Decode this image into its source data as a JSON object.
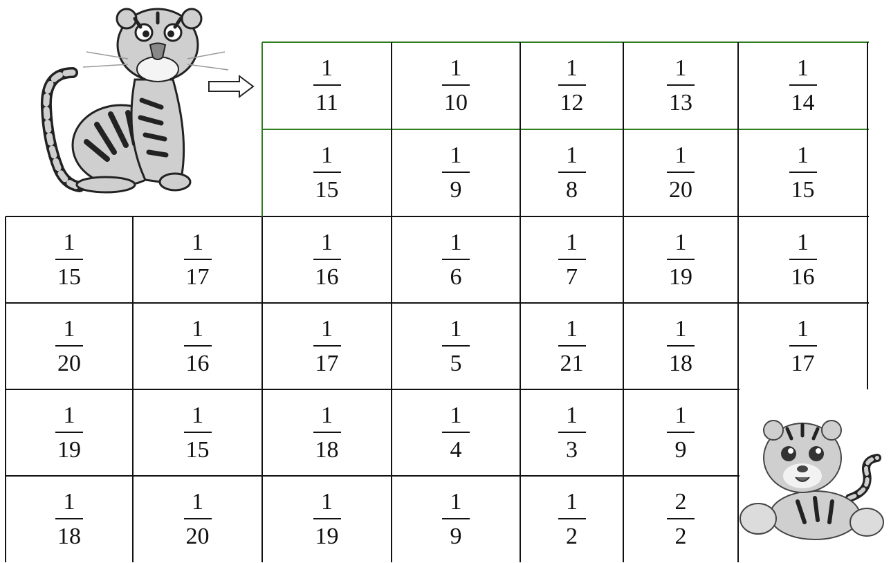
{
  "rows": [
    [
      null,
      null,
      {
        "n": "1",
        "d": "11"
      },
      {
        "n": "1",
        "d": "10"
      },
      {
        "n": "1",
        "d": "12"
      },
      {
        "n": "1",
        "d": "13"
      },
      {
        "n": "1",
        "d": "14"
      }
    ],
    [
      null,
      null,
      {
        "n": "1",
        "d": "15"
      },
      {
        "n": "1",
        "d": "9"
      },
      {
        "n": "1",
        "d": "8"
      },
      {
        "n": "1",
        "d": "20"
      },
      {
        "n": "1",
        "d": "15"
      }
    ],
    [
      {
        "n": "1",
        "d": "15"
      },
      {
        "n": "1",
        "d": "17"
      },
      {
        "n": "1",
        "d": "16"
      },
      {
        "n": "1",
        "d": "6"
      },
      {
        "n": "1",
        "d": "7"
      },
      {
        "n": "1",
        "d": "19"
      },
      {
        "n": "1",
        "d": "16"
      }
    ],
    [
      {
        "n": "1",
        "d": "20"
      },
      {
        "n": "1",
        "d": "16"
      },
      {
        "n": "1",
        "d": "17"
      },
      {
        "n": "1",
        "d": "5"
      },
      {
        "n": "1",
        "d": "21"
      },
      {
        "n": "1",
        "d": "18"
      },
      {
        "n": "1",
        "d": "17"
      }
    ],
    [
      {
        "n": "1",
        "d": "19"
      },
      {
        "n": "1",
        "d": "15"
      },
      {
        "n": "1",
        "d": "18"
      },
      {
        "n": "1",
        "d": "4"
      },
      {
        "n": "1",
        "d": "3"
      },
      {
        "n": "1",
        "d": "9"
      },
      null
    ],
    [
      {
        "n": "1",
        "d": "18"
      },
      {
        "n": "1",
        "d": "20"
      },
      {
        "n": "1",
        "d": "19"
      },
      {
        "n": "1",
        "d": "9"
      },
      {
        "n": "1",
        "d": "2"
      },
      {
        "n": "2",
        "d": "2"
      },
      null
    ]
  ],
  "pictures": {
    "start": "sitting-tiger-illustration",
    "finish": "tiger-cub-illustration",
    "arrow": "right-arrow-icon"
  },
  "colors": {
    "grid_line": "#111111",
    "start_cell_border": "#2e7d1f",
    "tiger_fill": "#cfcfcf",
    "stripe": "#222222"
  }
}
